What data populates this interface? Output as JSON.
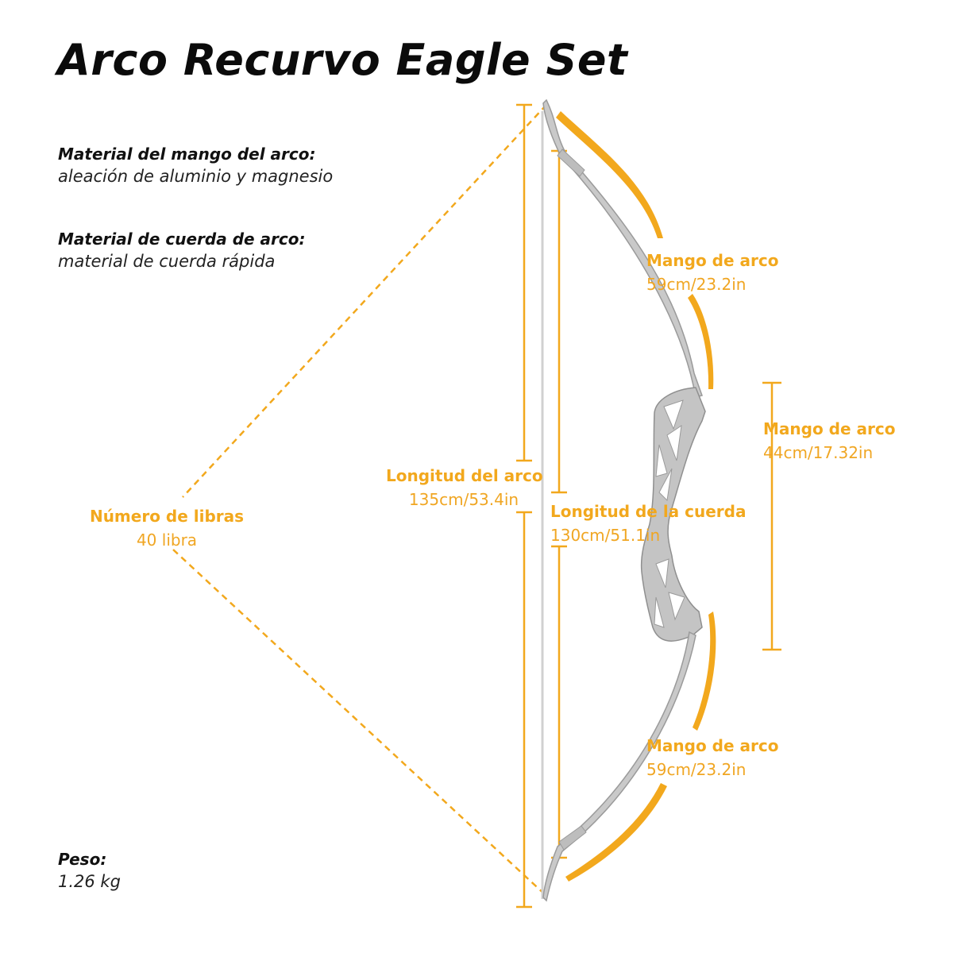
{
  "title": "Arco Recurvo Eagle Set",
  "specs": {
    "riser_material": {
      "label": "Material del mango del arco:",
      "value": "aleación de aluminio y magnesio"
    },
    "string_material": {
      "label": "Material de cuerda de arco:",
      "value": "material de cuerda rápida"
    },
    "weight": {
      "label": "Peso:",
      "value": "1.26 kg"
    }
  },
  "labels": {
    "upper_limb": {
      "title": "Mango de arco",
      "value": "59cm/23.2in"
    },
    "riser": {
      "title": "Mango de arco",
      "value": "44cm/17.32in"
    },
    "lower_limb": {
      "title": "Mango de arco",
      "value": "59cm/23.2in"
    },
    "bow_length": {
      "title": "Longitud del arco",
      "value": "135cm/53.4in"
    },
    "string_length": {
      "title": "Longitud de la cuerda",
      "value": "130cm/51.1in"
    },
    "draw_weight": {
      "title": "Número de libras",
      "value": "40 libra"
    }
  },
  "colors": {
    "accent": "#f2a81d",
    "bow": "#c9c9c9",
    "bow_dark": "#9a9a9a"
  }
}
